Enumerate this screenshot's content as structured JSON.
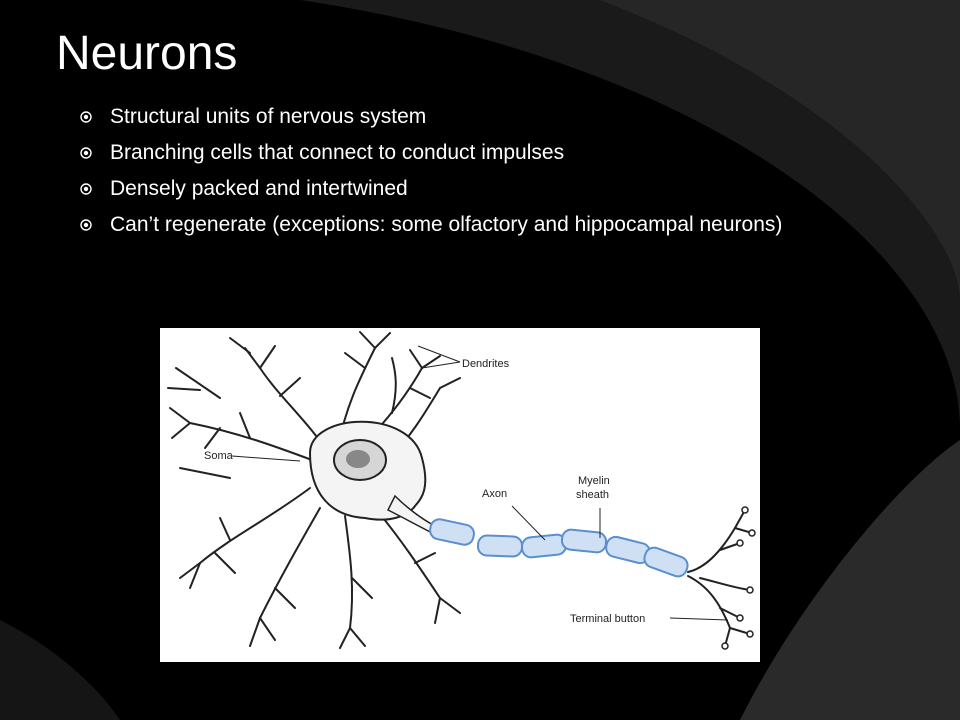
{
  "slide": {
    "title": "Neurons",
    "bullets": [
      "Structural units of nervous system",
      "Branching cells that connect to conduct impulses",
      "Densely packed and intertwined",
      "Can’t regenerate (exceptions: some olfactory and hippocampal neurons)"
    ]
  },
  "figure": {
    "labels": {
      "dendrites": "Dendrites",
      "soma": "Soma",
      "axon": "Axon",
      "myelin_line1": "Myelin",
      "myelin_line2": "sheath",
      "terminal": "Terminal button"
    }
  },
  "colors": {
    "background": "#000000",
    "decor": "#1c1c1c",
    "text": "#ffffff",
    "myelin": "#5a8fcf"
  }
}
